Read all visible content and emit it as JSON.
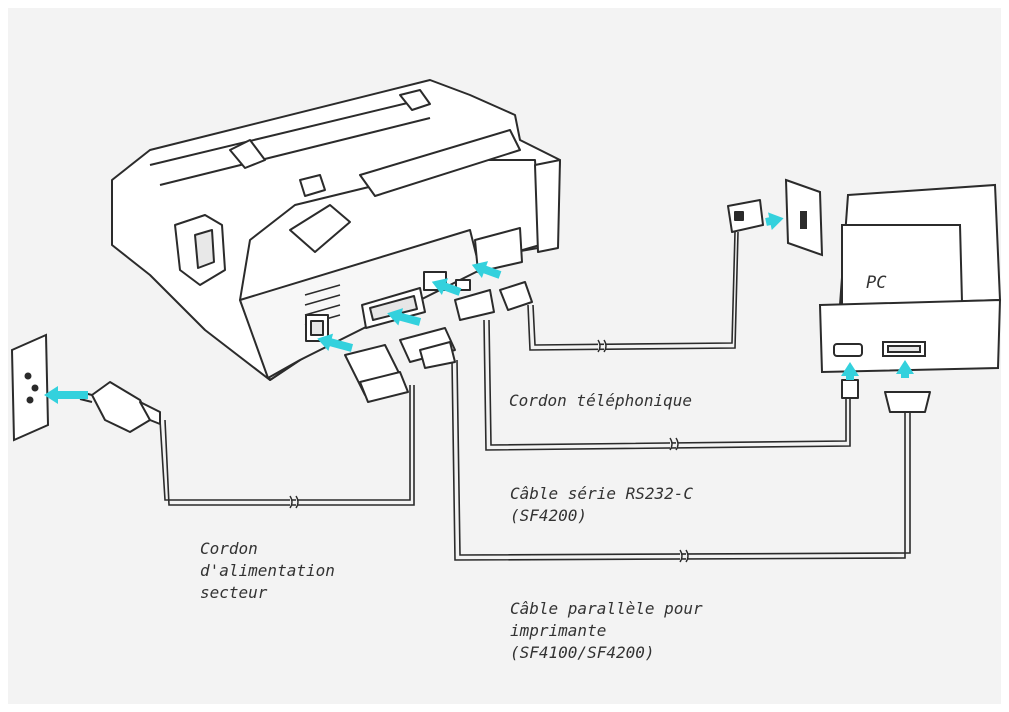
{
  "computer": {
    "label": "PC"
  },
  "labels": {
    "phone_cord": "Cordon téléphonique",
    "serial_cable": {
      "line1": "Câble série RS232-C",
      "line2": "(SF4200)"
    },
    "power_cord": {
      "line1": "Cordon",
      "line2": "d'alimentation",
      "line3": "secteur"
    },
    "parallel_cable": {
      "line1": "Câble parallèle pour",
      "line2": "imprimante",
      "line3": "(SF4100/SF4200)"
    }
  },
  "colors": {
    "arrow": "#33d1dd",
    "line": "#2b2b2b",
    "panel": "#f3f3f3",
    "fill": "#ffffff"
  }
}
